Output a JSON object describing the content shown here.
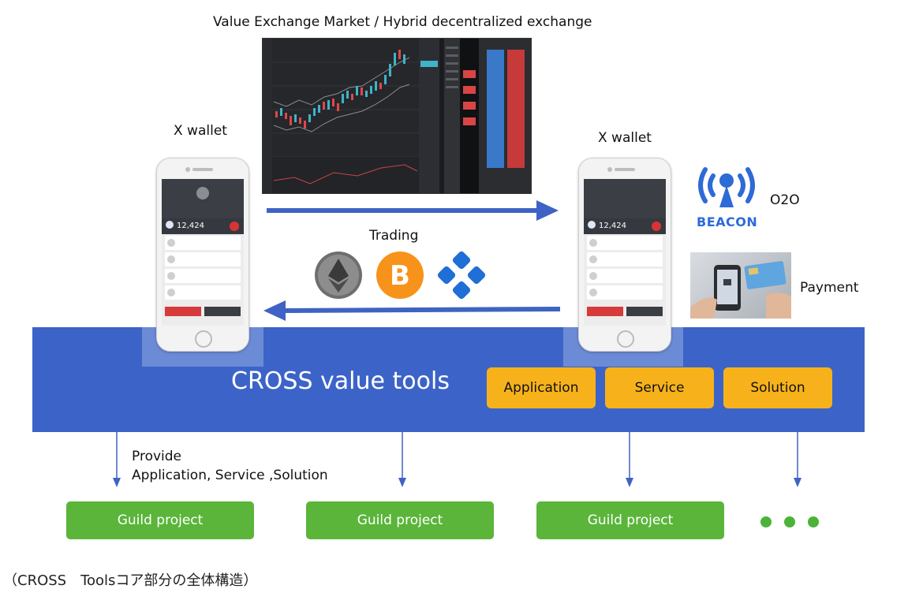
{
  "header": {
    "title": "Value Exchange Market / Hybrid decentralized exchange"
  },
  "wallets": {
    "left_label": "X wallet",
    "right_label": "X wallet",
    "balance": "12,424"
  },
  "trading": {
    "label": "Trading"
  },
  "beacon": {
    "text": "BEACON",
    "o2o_label": "O2O"
  },
  "payment": {
    "label": "Payment"
  },
  "band": {
    "title": "CROSS value tools",
    "buttons": [
      "Application",
      "Service",
      "Solution"
    ]
  },
  "provide": {
    "line1": "Provide",
    "line2": "Application, Service ,Solution"
  },
  "guilds": [
    "Guild project",
    "Guild project",
    "Guild project"
  ],
  "caption": "（CROSS　Toolsコア部分の全体構造）",
  "colors": {
    "band": "#3c64c8",
    "orange": "#f7b21b",
    "green": "#5ab53a",
    "arrow": "#3f63c4"
  }
}
